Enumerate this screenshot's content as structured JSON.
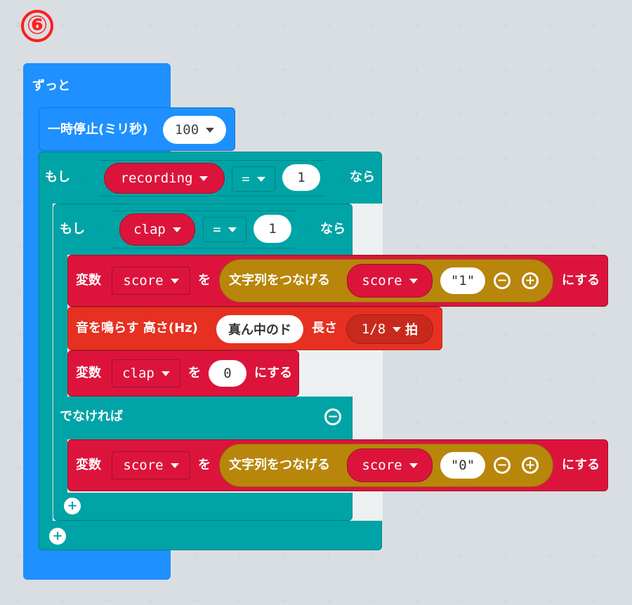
{
  "step_badge": "⑥",
  "forever": {
    "label": "ずっと"
  },
  "pause": {
    "label": "一時停止(ミリ秒)",
    "value": "100"
  },
  "if_outer": {
    "if_label": "もし",
    "variable": "recording",
    "operator": "=",
    "value": "1",
    "then_label": "なら"
  },
  "if_inner": {
    "if_label": "もし",
    "variable": "clap",
    "operator": "=",
    "value": "1",
    "then_label": "なら",
    "else_label": "でなければ"
  },
  "set_score_1": {
    "prefix": "変数",
    "variable": "score",
    "wo": "を",
    "join_label": "文字列をつなげる",
    "arg_variable": "score",
    "arg_text": "\"1\"",
    "suffix": "にする"
  },
  "play_tone": {
    "label": "音を鳴らす 高さ(Hz)",
    "note": "真ん中のド",
    "length_label": "長さ",
    "length": "1/8",
    "beat": "拍"
  },
  "set_clap": {
    "prefix": "変数",
    "variable": "clap",
    "wo": "を",
    "value": "0",
    "suffix": "にする"
  },
  "set_score_0": {
    "prefix": "変数",
    "variable": "score",
    "wo": "を",
    "join_label": "文字列をつなげる",
    "arg_variable": "score",
    "arg_text": "\"0\"",
    "suffix": "にする"
  },
  "colors": {
    "loops": "#1e90ff",
    "logic": "#00a4a6",
    "variables": "#dc143c",
    "text": "#b8860b",
    "music": "#e63022"
  }
}
